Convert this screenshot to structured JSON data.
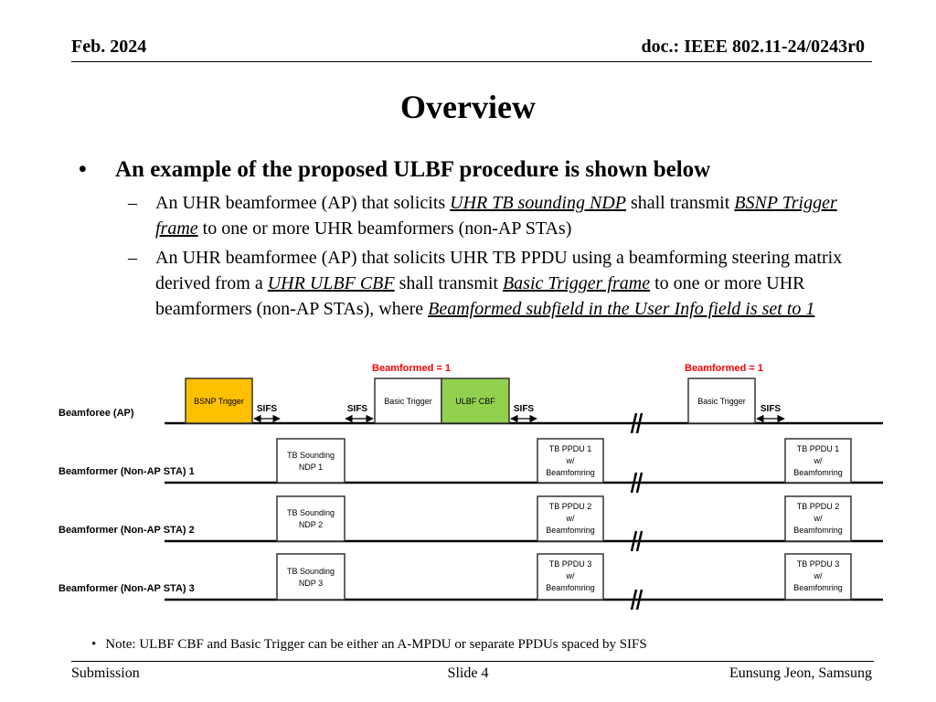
{
  "header": {
    "left": "Feb. 2024",
    "right": "doc.: IEEE 802.11-24/0243r0"
  },
  "title": "Overview",
  "bullet": "An example of the proposed ULBF procedure is shown below",
  "sub1": {
    "t1": "An UHR beamformee (AP) that solicits ",
    "u1": "UHR TB sounding NDP",
    "t2": " shall transmit ",
    "u2": "BSNP Trigger frame",
    "t3": " to one or more UHR beamformers (non-AP STAs)"
  },
  "sub2": {
    "t1": "An UHR beamformee (AP) that solicits UHR TB PPDU using a beamforming steering matrix derived from a ",
    "u1": "UHR ULBF CBF",
    "t2": " shall transmit ",
    "u2": "Basic Trigger frame",
    "t3": " to one or more UHR beamformers (non-AP STAs), where ",
    "u3": "Beamformed subfield in the User Info field is set to 1"
  },
  "diagram": {
    "beamformed_label_1": "Beamformed = 1",
    "beamformed_label_2": "Beamformed = 1",
    "rows": [
      "Beamforee (AP)",
      "Beamformer (Non-AP STA) 1",
      "Beamformer (Non-AP STA) 2",
      "Beamformer (Non-AP STA) 3"
    ],
    "bsnp_trigger": "BSNP Trigger",
    "basic_trigger_1": "Basic Trigger",
    "ulbf_cbf": "ULBF CBF",
    "basic_trigger_2": "Basic Trigger",
    "sifs": "SIFS",
    "ndp": [
      {
        "l1": "TB Sounding",
        "l2": "NDP 1"
      },
      {
        "l1": "TB Sounding",
        "l2": "NDP 2"
      },
      {
        "l1": "TB Sounding",
        "l2": "NDP 3"
      }
    ],
    "ppdu": [
      {
        "l1": "TB PPDU 1",
        "l2": "w/",
        "l3": "Beamfomring"
      },
      {
        "l1": "TB PPDU 2",
        "l2": "w/",
        "l3": "Beamfomring"
      },
      {
        "l1": "TB PPDU 3",
        "l2": "w/",
        "l3": "Beamfomring"
      }
    ],
    "colors": {
      "bsnp": "#FFC000",
      "ulbf": "#92D050",
      "red": "#FF0000"
    }
  },
  "note": "Note: ULBF CBF and Basic Trigger can be either an A-MPDU or separate PPDUs spaced by SIFS",
  "footer": {
    "left": "Submission",
    "center": "Slide 4",
    "right": "Eunsung Jeon, Samsung"
  }
}
